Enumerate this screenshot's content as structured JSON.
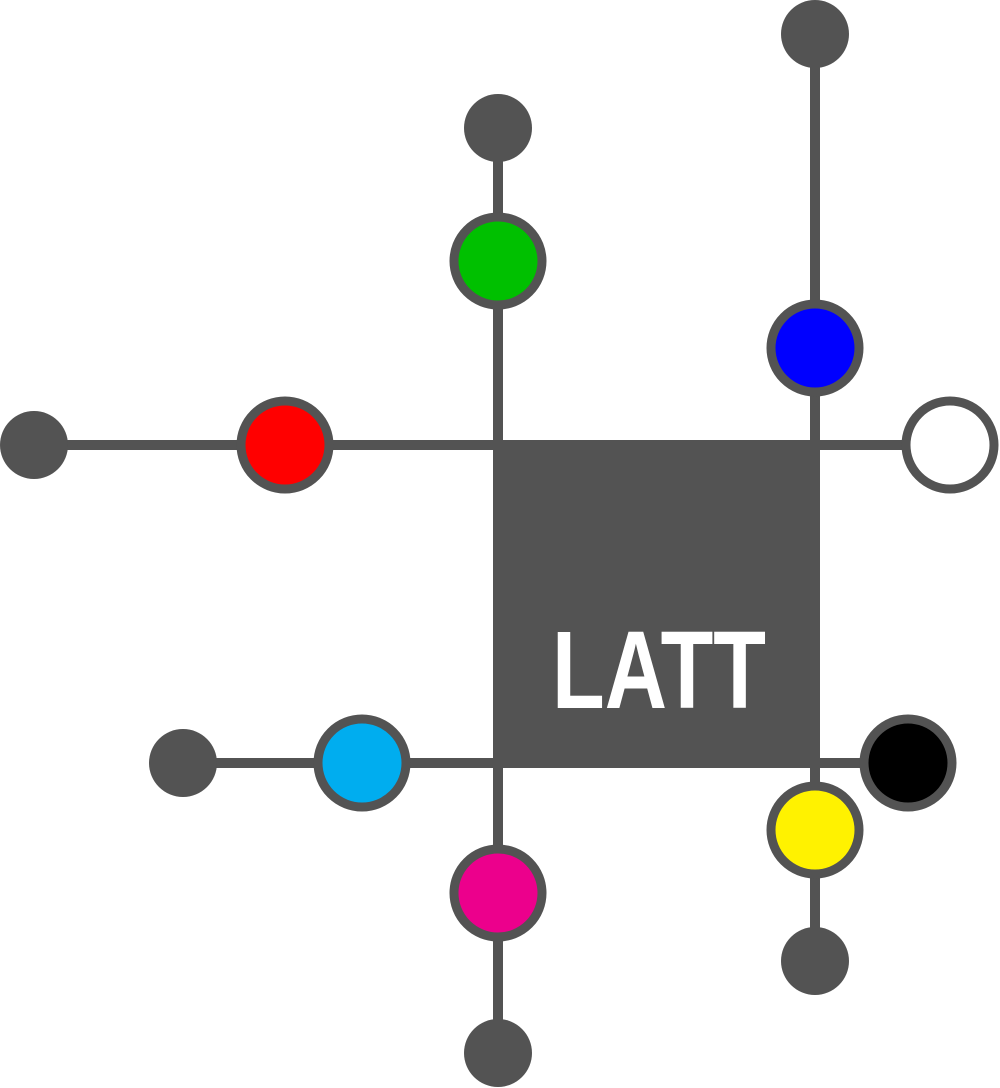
{
  "logo": {
    "text": "LATT",
    "box_color": "#535353",
    "line_color": "#535353"
  },
  "nodes": [
    {
      "name": "green",
      "color": "#00c000"
    },
    {
      "name": "blue",
      "color": "#0000ff"
    },
    {
      "name": "red",
      "color": "#ff0000"
    },
    {
      "name": "white",
      "color": "#ffffff"
    },
    {
      "name": "cyan",
      "color": "#00adef"
    },
    {
      "name": "black",
      "color": "#000000"
    },
    {
      "name": "magenta",
      "color": "#ec008c"
    },
    {
      "name": "yellow",
      "color": "#fff200"
    }
  ]
}
